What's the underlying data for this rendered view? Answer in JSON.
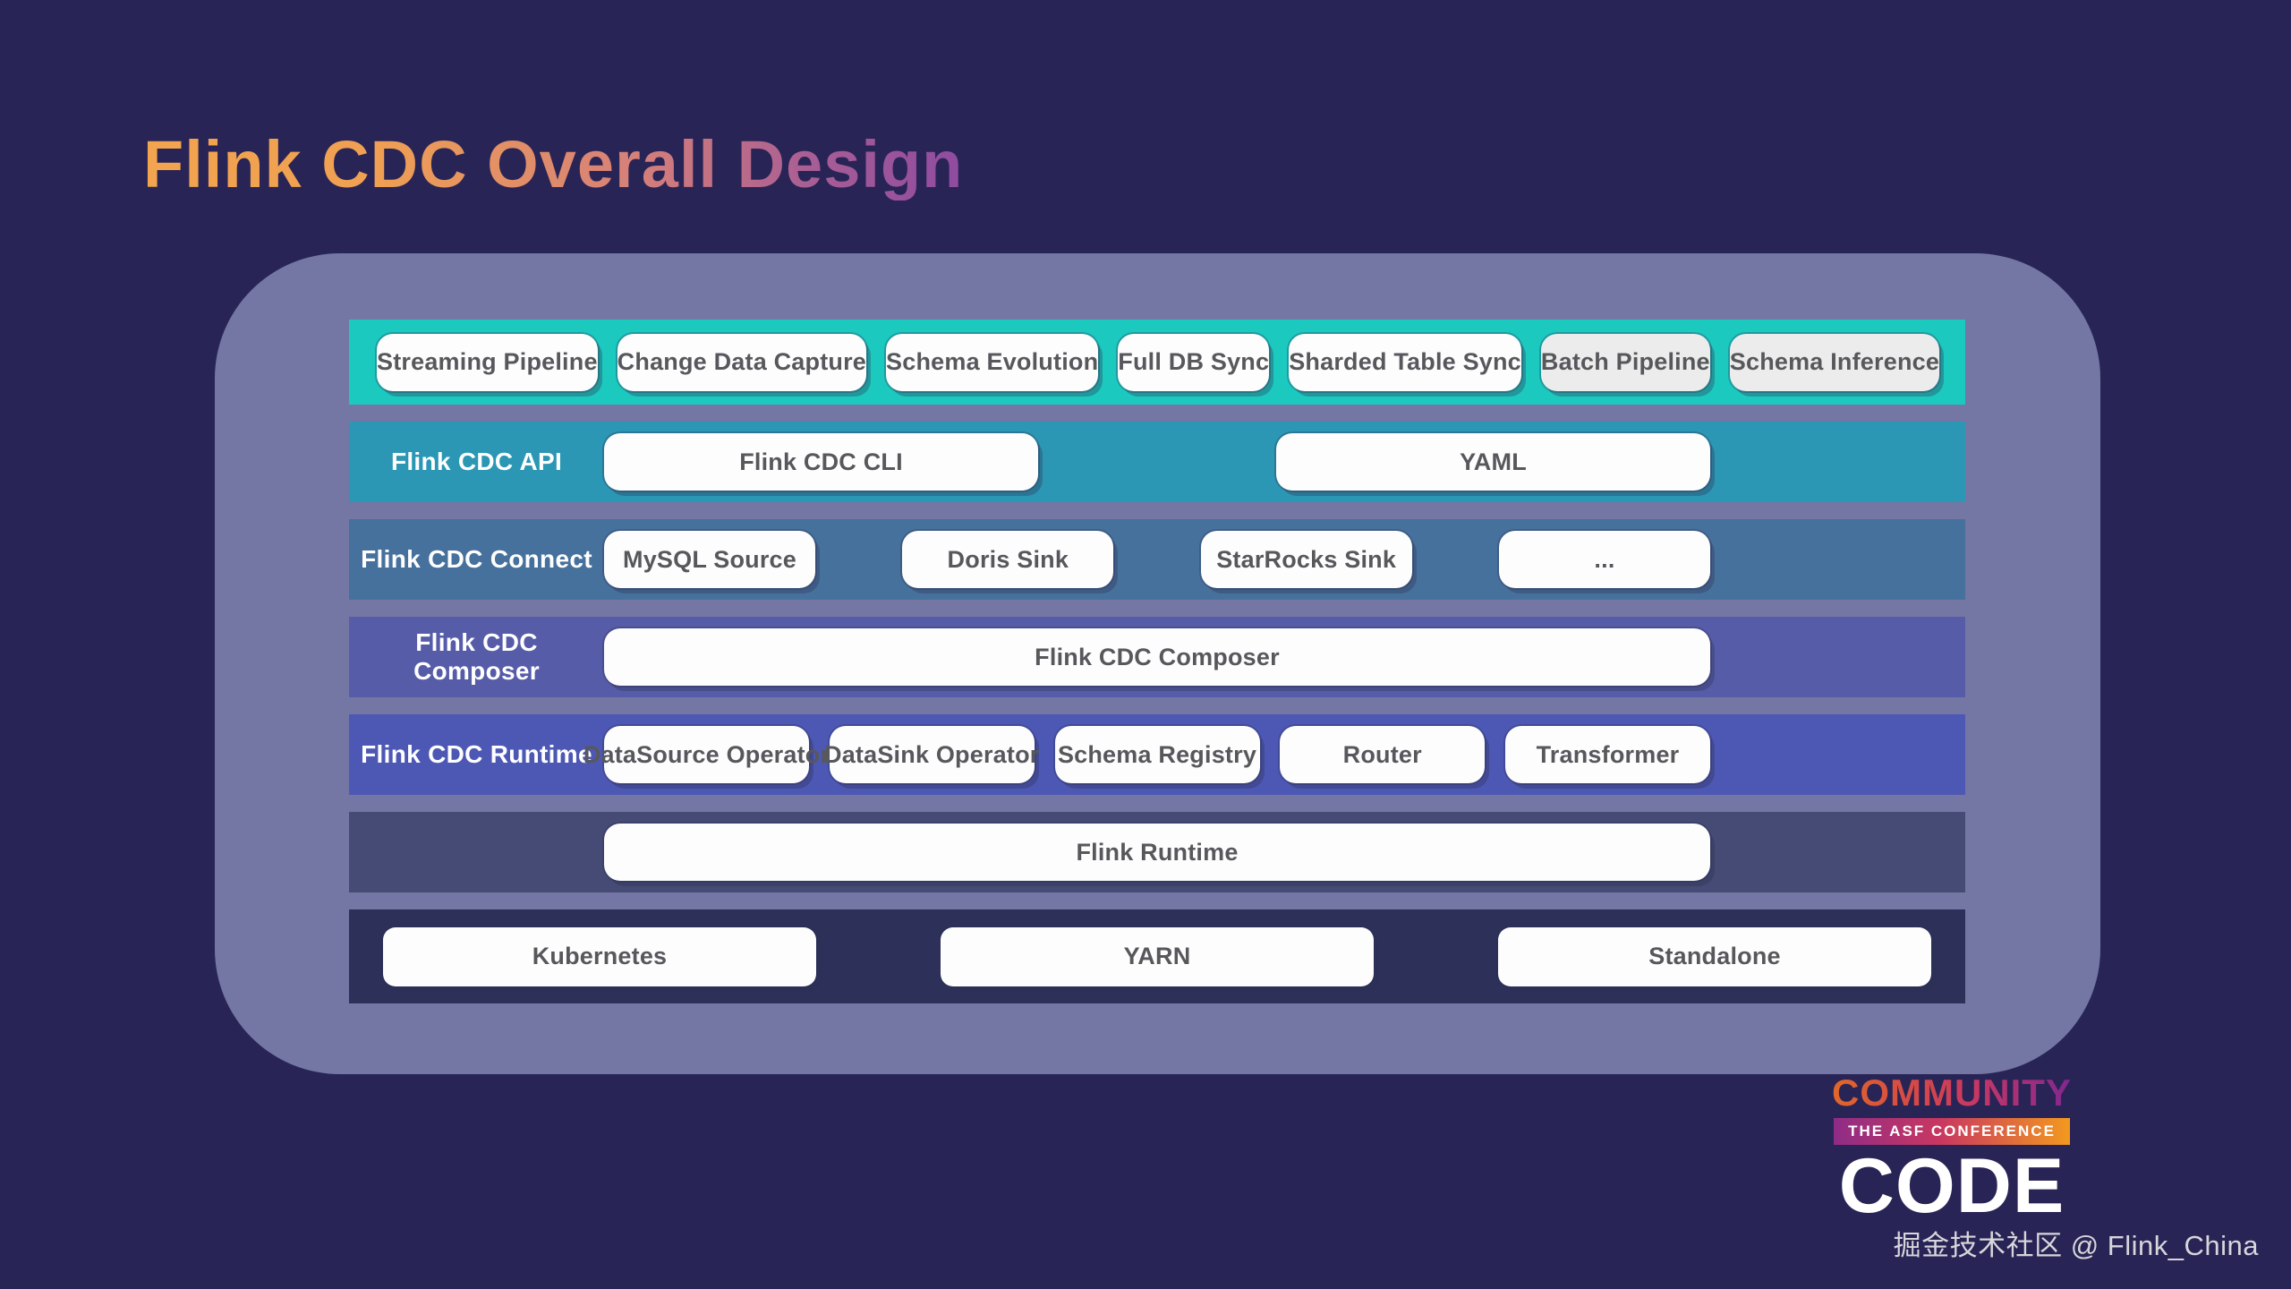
{
  "title": "Flink CDC Overall Design",
  "colors": {
    "background": "#292456",
    "panel": "#7477A4",
    "row_features": "#1CC9BF",
    "row_api": "#2B97B4",
    "row_connect": "#47719D",
    "row_composer": "#565CA8",
    "row_runtime": "#4D58B4",
    "row_flink_runtime": "#454B74",
    "row_deployment": "#2D3059",
    "title_gradient_start": "#F2A44E",
    "title_gradient_end": "#8F4BA0",
    "box_background": "#FDFDFE",
    "box_muted_background": "#ECECEC",
    "box_text": "#57585C"
  },
  "rows": {
    "features": {
      "boxes": [
        {
          "label": "Streaming Pipeline",
          "muted": false
        },
        {
          "label": "Change Data Capture",
          "muted": false
        },
        {
          "label": "Schema Evolution",
          "muted": false
        },
        {
          "label": "Full DB Sync",
          "muted": false
        },
        {
          "label": "Sharded Table Sync",
          "muted": false
        },
        {
          "label": "Batch Pipeline",
          "muted": true
        },
        {
          "label": "Schema Inference",
          "muted": true
        }
      ]
    },
    "api": {
      "label": "Flink CDC API",
      "boxes": [
        "Flink CDC CLI",
        "YAML"
      ]
    },
    "connect": {
      "label": "Flink CDC Connect",
      "boxes": [
        "MySQL Source",
        "Doris Sink",
        "StarRocks Sink",
        "..."
      ]
    },
    "composer": {
      "label": "Flink CDC Composer",
      "boxes": [
        "Flink CDC Composer"
      ]
    },
    "runtime": {
      "label": "Flink CDC Runtime",
      "boxes": [
        "DataSource Operator",
        "DataSink Operator",
        "Schema Registry",
        "Router",
        "Transformer"
      ]
    },
    "flink_runtime": {
      "boxes": [
        "Flink Runtime"
      ]
    },
    "deployment": {
      "boxes": [
        "Kubernetes",
        "YARN",
        "Standalone"
      ]
    }
  },
  "logo": {
    "top": "COMMUNITY",
    "middle": "THE ASF CONFERENCE",
    "bottom": "CODE"
  },
  "watermark": "掘金技术社区 @ Flink_China"
}
